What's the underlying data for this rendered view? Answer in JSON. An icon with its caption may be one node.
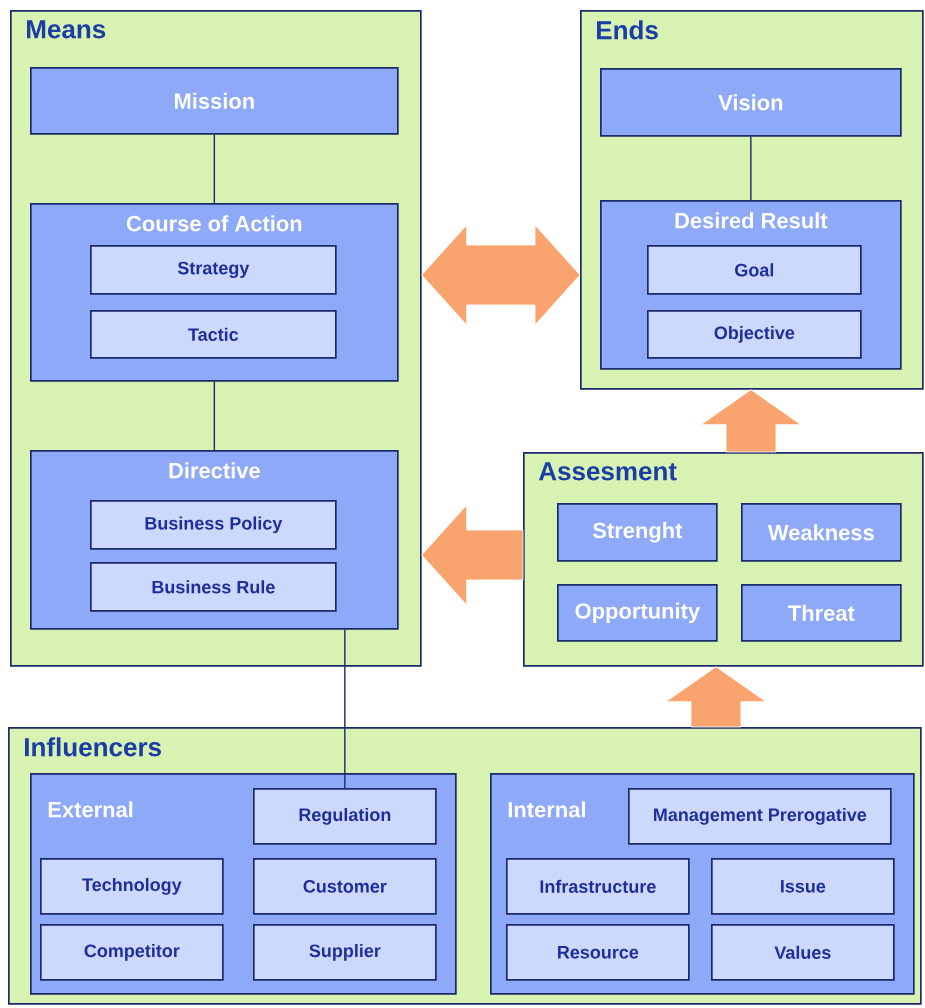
{
  "diagram": {
    "nodes": [
      {
        "text": [
          "Means"
        ]
      },
      {
        "text": [
          "Mission"
        ],
        "in": 0
      },
      {
        "text": [
          "Course of Action"
        ],
        "in": 0
      },
      {
        "text": [
          "Strategy"
        ],
        "in": 2
      },
      {
        "text": [
          "Tactic"
        ],
        "in": 2
      },
      {
        "text": [
          "Directive"
        ],
        "in": 0
      },
      {
        "text": [
          "Business Policy"
        ],
        "in": 5
      },
      {
        "text": [
          "Business Rule"
        ],
        "in": 5
      },
      {
        "text": [
          "Ends"
        ]
      },
      {
        "text": [
          "Vision"
        ],
        "in": 8
      },
      {
        "text": [
          "Desired Result"
        ],
        "in": 8
      },
      {
        "text": [
          "Goal"
        ],
        "in": 10
      },
      {
        "text": [
          "Objective"
        ],
        "in": 10
      },
      {
        "text": [
          "Assesment"
        ]
      },
      {
        "text": [
          "Strenght"
        ],
        "in": 13
      },
      {
        "text": [
          "Weakness"
        ],
        "in": 13
      },
      {
        "text": [
          "Opportunity"
        ],
        "in": 13
      },
      {
        "text": [
          "Threat"
        ],
        "in": 13
      },
      {
        "text": [
          "Influencers"
        ]
      },
      {
        "text": [
          "External"
        ],
        "in": 18
      },
      {
        "text": [
          "Regulation"
        ],
        "in": 19
      },
      {
        "text": [
          "Technology"
        ],
        "in": 19
      },
      {
        "text": [
          "Customer"
        ],
        "in": 19
      },
      {
        "text": [
          "Competitor"
        ],
        "in": 19
      },
      {
        "text": [
          "Supplier"
        ],
        "in": 19
      },
      {
        "text": [
          "Internal"
        ],
        "in": 18
      },
      {
        "text": [
          "Management Prerogative"
        ],
        "in": 25
      },
      {
        "text": [
          "Infrastructure"
        ],
        "in": 25
      },
      {
        "text": [
          "Issue"
        ],
        "in": 25
      },
      {
        "text": [
          "Resource"
        ],
        "in": 25
      },
      {
        "text": [
          "Values"
        ],
        "in": 25
      }
    ],
    "edges": [
      {
        "from": 1,
        "to": 2,
        "arrow": "none"
      },
      {
        "from": 2,
        "to": 5,
        "arrow": "none"
      },
      {
        "from": 9,
        "to": 10,
        "arrow": "none"
      },
      {
        "from": 5,
        "to": 20,
        "arrow": "none"
      },
      {
        "from": 0,
        "to": 8,
        "arrow": "both",
        "style": "thick",
        "color": "#f9a46e"
      },
      {
        "from": 13,
        "to": 0,
        "arrow": "to",
        "style": "thick",
        "color": "#f9a46e"
      },
      {
        "from": 13,
        "to": 8,
        "arrow": "to",
        "style": "thick",
        "color": "#f9a46e"
      },
      {
        "from": 18,
        "to": 13,
        "arrow": "to",
        "style": "thick",
        "color": "#f9a46e"
      }
    ]
  }
}
